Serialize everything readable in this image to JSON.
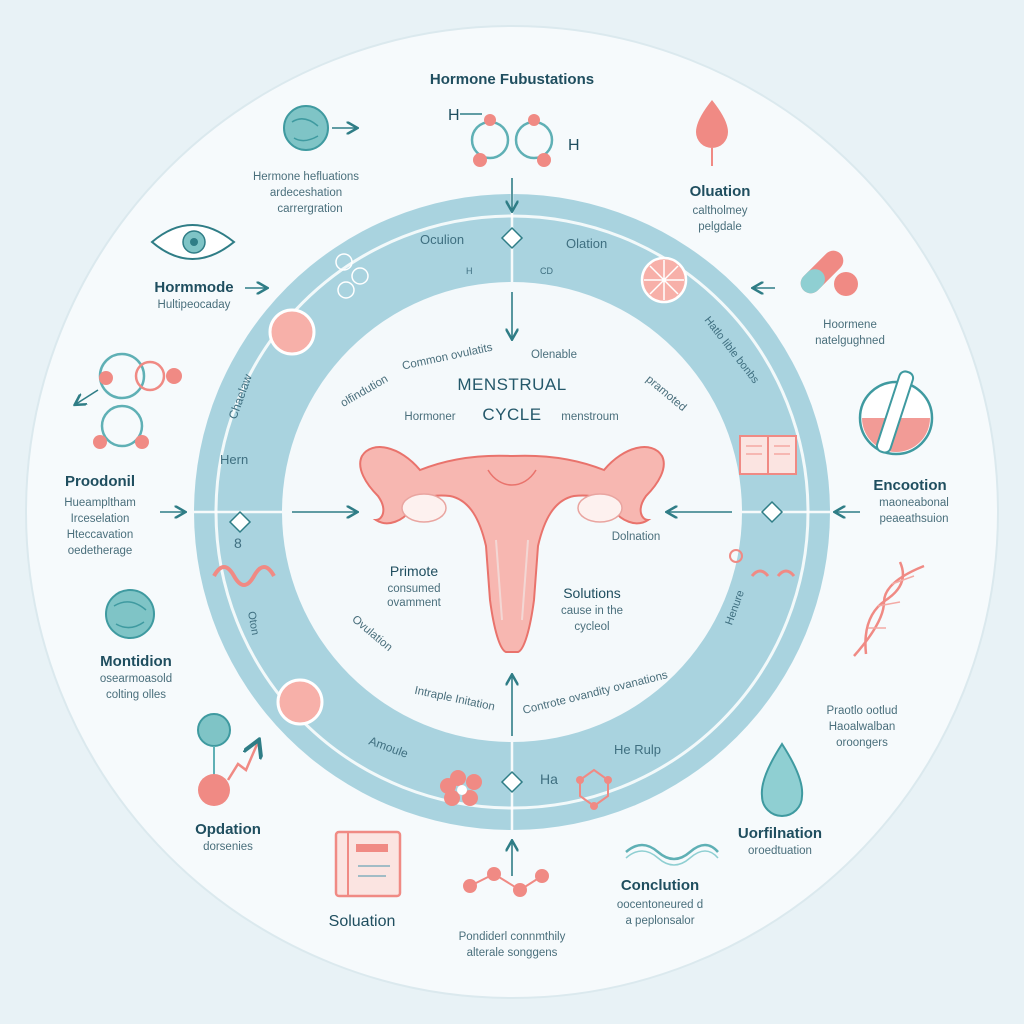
{
  "colors": {
    "background": "#e8f2f6",
    "outer_disc": "#f6fafc",
    "ring": "#a9d3df",
    "inner_disc": "#f4f9fb",
    "accent_coral": "#f08a84",
    "accent_teal": "#5fb0b5",
    "text": "#1f4e5f"
  },
  "top_title": "Hormone Fubustations",
  "center": {
    "title_line1": "MENSTRUAL",
    "title_line2": "CYCLE",
    "left_tag": "Hormoner",
    "right_tag": "menstroum",
    "top_arc": "Common ovulatits",
    "top_right": "Olenable",
    "left_arc": "olfindution",
    "right_arc": "pramoted",
    "left_block": {
      "title": "Primote",
      "line1": "consumed",
      "line2": "ovamment"
    },
    "right_block": {
      "title": "Solutions",
      "line1": "cause in the",
      "line2": "cycleol"
    },
    "bottom_left_arc": "Ovulation",
    "bottom_left": "Intraple Initation",
    "bottom_right": "Controte ovandity ovanations",
    "right_small": "Dolnation"
  },
  "ring": {
    "top_left": "Oculion",
    "top_right": "Olation",
    "tick_left": "H",
    "tick_right": "CD",
    "left_upper": "Chaelaw",
    "left_mid": "Hern",
    "left_low": "Oton",
    "bottom_left": "Amoule",
    "bottom_mid": "Ha",
    "bottom_right": "He Rulp",
    "right_upper": "Hatlo lible bonbs",
    "right_low": "Henure",
    "digit": "8"
  },
  "outer": {
    "top_left": {
      "line1": "Hermone hefluations",
      "line2": "ardeceshation",
      "line3": "carrergration"
    },
    "left_upper": {
      "title": "Hormmode",
      "line1": "Hultipeocaday"
    },
    "left_mid": {
      "title": "Proodonil",
      "line1": "Hueampltham",
      "line2": "Irceselation",
      "line3": "Hteccavation",
      "line4": "oedetherage"
    },
    "left_low": {
      "title": "Montidion",
      "line1": "osearmoasold",
      "line2": "colting olles"
    },
    "bottom_left": {
      "title": "Opdation",
      "line1": "dorsenies"
    },
    "bottom": {
      "title": "Soluation"
    },
    "bottom_mid": {
      "line1": "Pondiderl connmthily",
      "line2": "alterale songgens"
    },
    "bottom_right": {
      "title": "Conclution",
      "line1": "oocentoneured d",
      "line2": "a peplonsalor"
    },
    "right_low": {
      "title": "Uorfilnation",
      "line1": "oroedtuation"
    },
    "right_mid2": {
      "line1": "Praotlo ootlud",
      "line2": "Haoalwalban",
      "line3": "oroongers"
    },
    "right_mid": {
      "title": "Encootion",
      "line1": "maoneabonal",
      "line2": "peaeathsuion"
    },
    "right_upper": {
      "line1": "Hoormene",
      "line2": "natelgughned"
    },
    "top_right": {
      "title": "Oluation",
      "line1": "caltholmey",
      "line2": "pelgdale"
    }
  },
  "icons": [
    "globe-icon",
    "molecule-icon",
    "eye-icon",
    "chain-molecule-icon",
    "uterus-illustration",
    "droplet-icon",
    "pill-icon",
    "citrus-icon",
    "test-tube-icon",
    "book-icon",
    "dna-icon",
    "flower-icon",
    "notebook-icon",
    "water-drop-icon",
    "wave-icon",
    "graph-icon"
  ]
}
